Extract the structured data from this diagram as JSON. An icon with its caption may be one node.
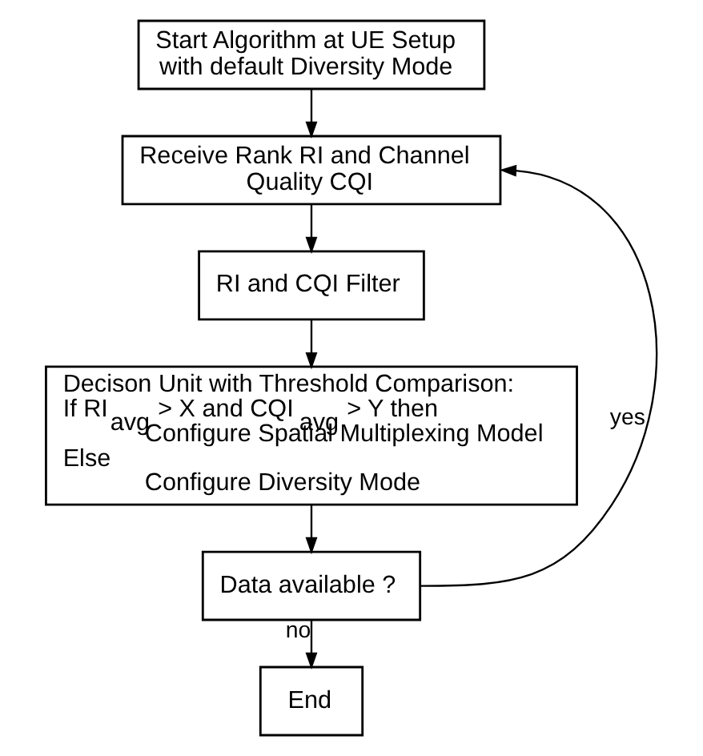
{
  "diagram": {
    "nodes": [
      {
        "text": [
          "Start Algorithm at UE Setup with default Diversity Mode"
        ]
      },
      {
        "text": [
          "Receive Rank RI and Channel Quality CQI"
        ]
      },
      {
        "text": [
          "RI and CQI Filter"
        ]
      },
      {
        "text": [
          "Decison Unit with Threshold Comparison:",
          "If RI$_{avg}$ > X and CQI$_{avg}$ > Y then",
          "Configure Spatial Multiplexing Model",
          "Else",
          "Configure Diversity Mode"
        ]
      },
      {
        "text": [
          "Data available ?"
        ]
      },
      {
        "text": [
          "End"
        ]
      }
    ],
    "edges": [
      {
        "from": 0,
        "to": 1,
        "arrow": "to"
      },
      {
        "from": 1,
        "to": 2,
        "arrow": "to"
      },
      {
        "from": 2,
        "to": 3,
        "arrow": "to"
      },
      {
        "from": 3,
        "to": 4,
        "arrow": "to"
      },
      {
        "from": 4,
        "to": 1,
        "arrow": "to",
        "label": "yes"
      },
      {
        "from": 4,
        "to": 5,
        "arrow": "to",
        "label": "no"
      }
    ]
  }
}
